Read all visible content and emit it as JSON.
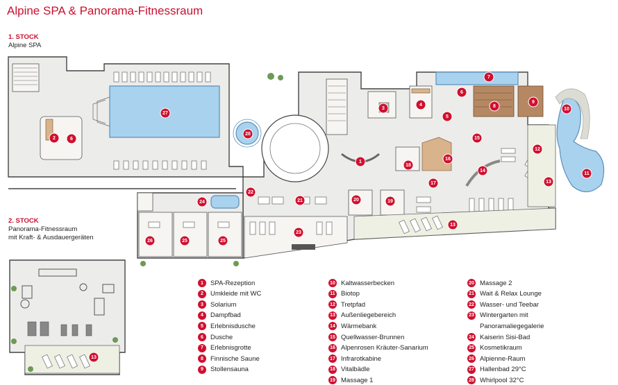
{
  "title": "Alpine SPA & Panorama-Fitnessraum",
  "floors": [
    {
      "heading": "1. STOCK",
      "subtitle": "Alpine SPA"
    },
    {
      "heading": "2. STOCK",
      "subtitle_lines": [
        "Panorama-Fitnessraum",
        "mit Kraft- & Ausdauergeräten"
      ]
    }
  ],
  "legend": [
    {
      "num": "1",
      "label": "SPA-Rezeption"
    },
    {
      "num": "2",
      "label": "Umkleide mit WC"
    },
    {
      "num": "3",
      "label": "Solarium"
    },
    {
      "num": "4",
      "label": "Dampfbad"
    },
    {
      "num": "5",
      "label": "Erlebnisdusche"
    },
    {
      "num": "6",
      "label": "Dusche"
    },
    {
      "num": "7",
      "label": "Erlebnisgrotte"
    },
    {
      "num": "8",
      "label": "Finnische Saune"
    },
    {
      "num": "9",
      "label": "Stollensauna"
    },
    {
      "num": "10",
      "label": "Kaltwasserbecken"
    },
    {
      "num": "11",
      "label": "Biotop"
    },
    {
      "num": "12",
      "label": "Tretpfad"
    },
    {
      "num": "13",
      "label": "Außenliegebereich"
    },
    {
      "num": "14",
      "label": "Wärmebank"
    },
    {
      "num": "15",
      "label": "Quellwasser-Brunnen"
    },
    {
      "num": "16",
      "label": "Alpenrosen Kräuter-Sanarium"
    },
    {
      "num": "17",
      "label": "Infrarotkabine"
    },
    {
      "num": "18",
      "label": "Vitalbädle"
    },
    {
      "num": "19",
      "label": "Massage 1"
    },
    {
      "num": "20",
      "label": "Massage 2"
    },
    {
      "num": "21",
      "label": "Wait & Relax Lounge"
    },
    {
      "num": "22",
      "label": "Wasser- und Teebar"
    },
    {
      "num": "23",
      "label": "Wintergarten mit",
      "label2": "Panoramaliegegalerie"
    },
    {
      "num": "24",
      "label": "Kaiserin Sisi-Bad"
    },
    {
      "num": "25",
      "label": "Kosmetikraum"
    },
    {
      "num": "26",
      "label": "Alpienne-Raum"
    },
    {
      "num": "27",
      "label": "Hallenbad 29°C"
    },
    {
      "num": "28",
      "label": "Whirlpool 32°C"
    }
  ],
  "markers": [
    "1",
    "2",
    "3",
    "4",
    "5",
    "6",
    "7",
    "8",
    "9",
    "10",
    "11",
    "12",
    "13",
    "14",
    "15",
    "16",
    "17",
    "18",
    "19",
    "20",
    "21",
    "22",
    "23",
    "24",
    "25",
    "26",
    "27",
    "28",
    "2",
    "6",
    "13",
    "13",
    "25",
    "25"
  ],
  "colors": {
    "accent": "#c8102e",
    "marker": "#d0102f",
    "water": "#a9d2ef",
    "wood": "#b58863"
  }
}
